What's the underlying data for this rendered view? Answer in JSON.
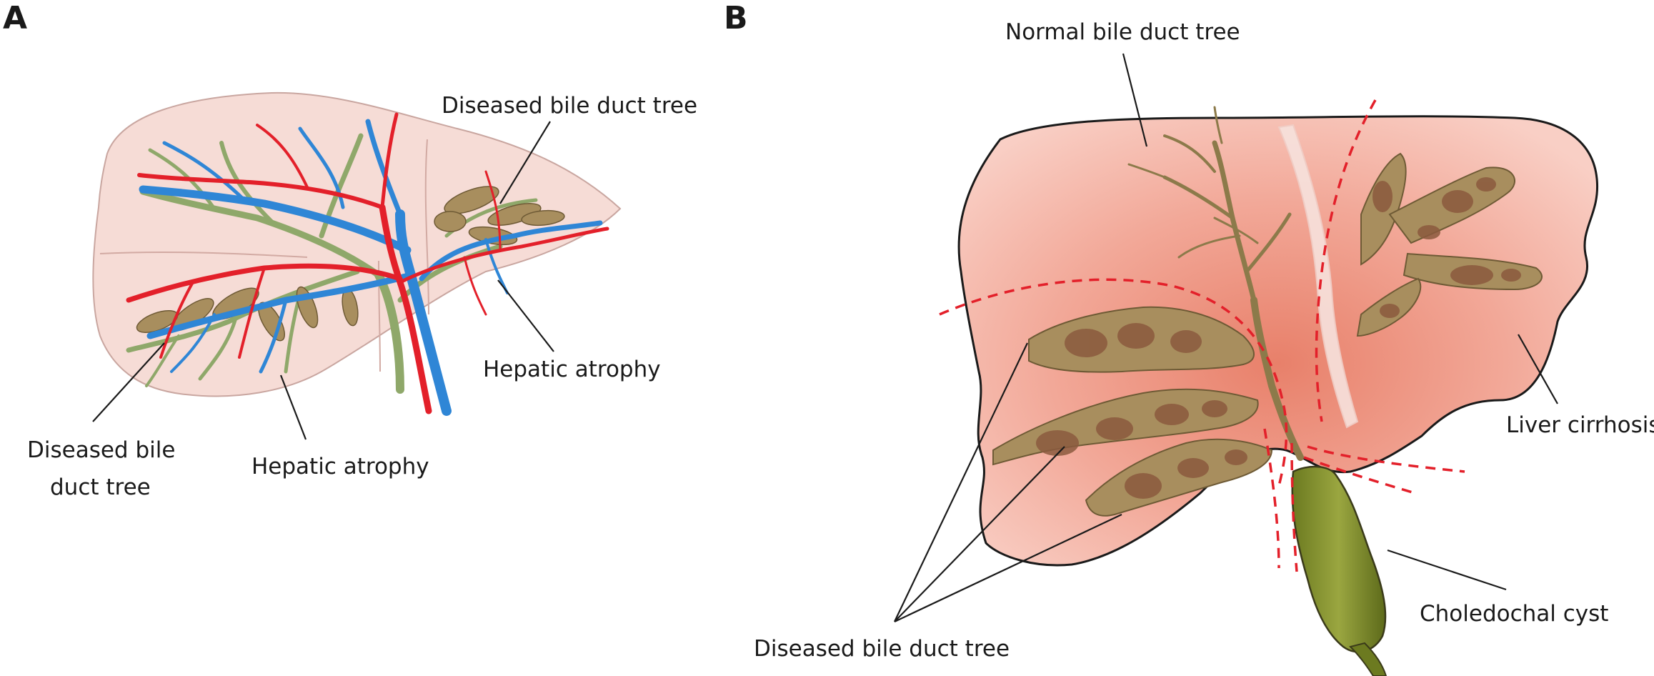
{
  "panels": [
    {
      "letter": "A",
      "labels": {
        "diseased_top": "Diseased bile duct tree",
        "atrophy_right": "Hepatic atrophy",
        "diseased_left_line1": "Diseased bile",
        "diseased_left_line2": "duct tree",
        "atrophy_bottom": "Hepatic atrophy"
      }
    },
    {
      "letter": "B",
      "labels": {
        "normal_tree": "Normal bile duct tree",
        "liver_cirrhosis": "Liver cirrhosis",
        "choledochal_cyst": "Choledochal cyst",
        "diseased_tree": "Diseased bile duct tree"
      }
    }
  ],
  "colors": {
    "liver_pale": "#f6dcd6",
    "liver_b": "#f2a898",
    "bile_duct": "#8fa86a",
    "diseased_duct": "#a88e5e",
    "portal_vein": "#2f86d6",
    "artery": "#e3202a",
    "dashed_line": "#e3202a",
    "cyst": "#7d8a2a"
  }
}
